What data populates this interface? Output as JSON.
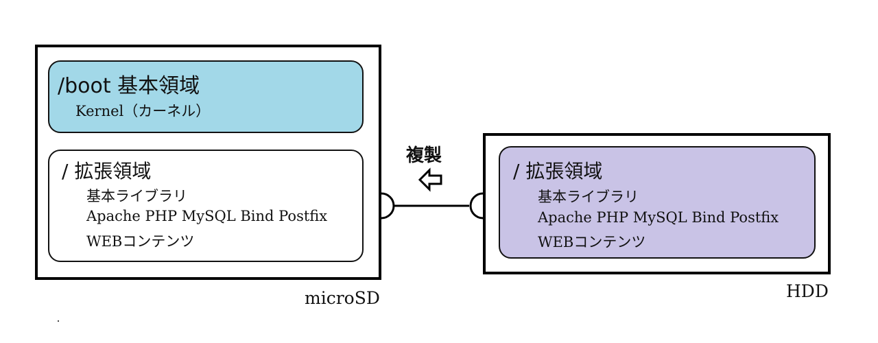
{
  "devices": {
    "microsd": {
      "label": "microSD",
      "boot": {
        "title": "/boot 基本領域",
        "sub": "Kernel（カーネル）"
      },
      "ext": {
        "title": "/ 拡張領域",
        "lines": [
          "基本ライブラリ",
          "Apache PHP MySQL Bind Postfix",
          "WEBコンテンツ"
        ]
      }
    },
    "hdd": {
      "label": "HDD",
      "ext": {
        "title": "/ 拡張領域",
        "lines": [
          "基本ライブラリ",
          "Apache PHP MySQL Bind Postfix",
          "WEBコンテンツ"
        ]
      }
    }
  },
  "copy_label": "複製",
  "colors": {
    "boot_fill": "#a2d8e8",
    "hdd_fill": "#c9c3e6",
    "border": "#000000"
  }
}
